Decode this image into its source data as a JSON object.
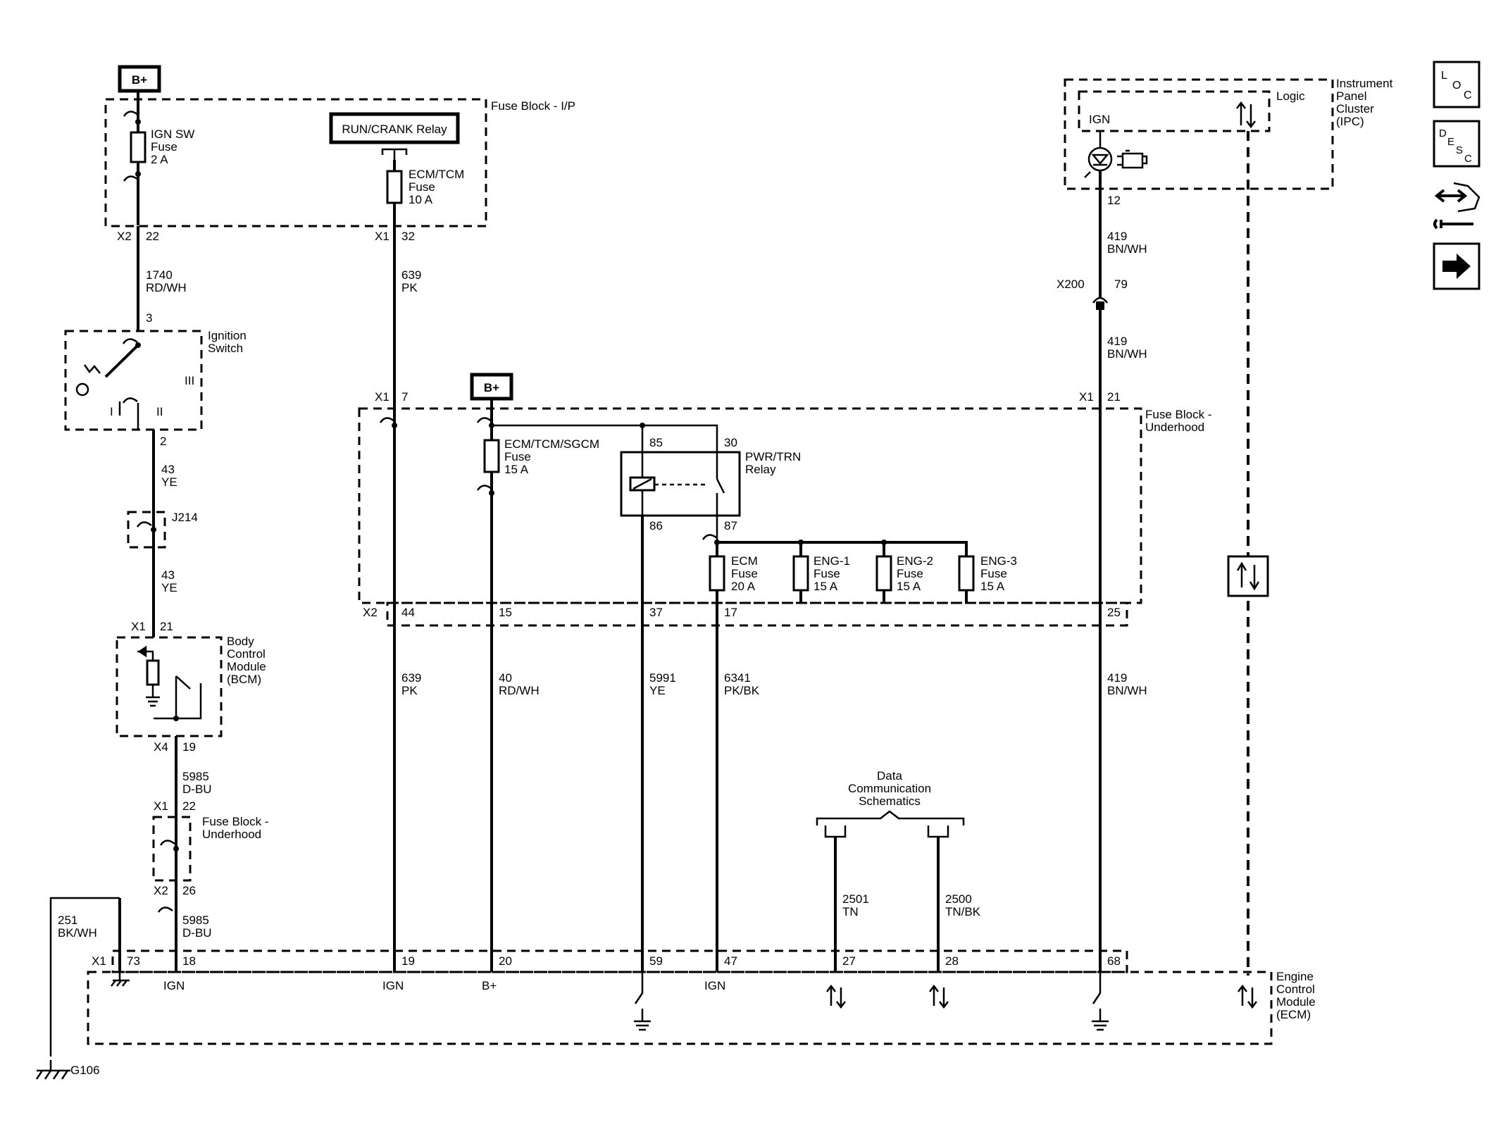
{
  "battery_label": "B+",
  "fuse_block_ip": {
    "name": "Fuse Block - I/P"
  },
  "ign_sw_fuse": {
    "name": "IGN SW",
    "type": "Fuse",
    "rating": "2 A"
  },
  "run_crank_relay": "RUN/CRANK Relay",
  "ecm_tcm_fuse": {
    "name": "ECM/TCM",
    "type": "Fuse",
    "rating": "10 A"
  },
  "connectors": {
    "x2": "X2",
    "x1": "X1",
    "x4": "X4",
    "x200": "X200",
    "p22": "22",
    "p32": "32",
    "p3": "3",
    "p2": "2",
    "p7": "7",
    "p21": "21",
    "p12": "12",
    "p79": "79",
    "p44": "44",
    "p15": "15",
    "p37": "37",
    "p17": "17",
    "p25": "25",
    "p19": "19",
    "p26": "26",
    "p73": "73",
    "p18": "18",
    "p20": "20",
    "p59": "59",
    "p47": "47",
    "p27": "27",
    "p28": "28",
    "p68": "68",
    "p85": "85",
    "p30": "30",
    "p86": "86",
    "p87": "87"
  },
  "wires": {
    "w1740": {
      "circuit": "1740",
      "color": "RD/WH"
    },
    "w639": {
      "circuit": "639",
      "color": "PK"
    },
    "w43": {
      "circuit": "43",
      "color": "YE"
    },
    "w419": {
      "circuit": "419",
      "color": "BN/WH"
    },
    "w40": {
      "circuit": "40",
      "color": "RD/WH"
    },
    "w5991": {
      "circuit": "5991",
      "color": "YE"
    },
    "w6341": {
      "circuit": "6341",
      "color": "PK/BK"
    },
    "w5985": {
      "circuit": "5985",
      "color": "D-BU"
    },
    "w251": {
      "circuit": "251",
      "color": "BK/WH"
    },
    "w2501": {
      "circuit": "2501",
      "color": "TN"
    },
    "w2500": {
      "circuit": "2500",
      "color": "TN/BK"
    }
  },
  "ignition_switch": {
    "name": "Ignition Switch",
    "pos_3": "III",
    "pos_2": "II",
    "pos_1": "I"
  },
  "splice": "J214",
  "bcm": {
    "name": "Body Control Module (BCM)"
  },
  "fuse_block_uh_small": {
    "name": "Fuse Block - Underhood"
  },
  "fuse_block_uh": {
    "name": "Fuse Block - Underhood"
  },
  "ecm_tcm_sgcm_fuse": {
    "name": "ECM/TCM/SGCM",
    "type": "Fuse",
    "rating": "15 A"
  },
  "pwr_trn_relay": {
    "name": "PWR/TRN",
    "type": "Relay"
  },
  "ecm_fuse": {
    "name": "ECM",
    "type": "Fuse",
    "rating": "20 A"
  },
  "eng1_fuse": {
    "name": "ENG-1",
    "type": "Fuse",
    "rating": "15 A"
  },
  "eng2_fuse": {
    "name": "ENG-2",
    "type": "Fuse",
    "rating": "15 A"
  },
  "eng3_fuse": {
    "name": "ENG-3",
    "type": "Fuse",
    "rating": "15 A"
  },
  "ipc": {
    "name": "Instrument Panel Cluster (IPC)",
    "logic": "Logic",
    "ign": "IGN"
  },
  "data_comm": {
    "title": "Data Communication Schematics"
  },
  "ecm": {
    "name": "Engine Control Module (ECM)"
  },
  "ecm_pins": {
    "ign": "IGN",
    "bplus": "B+"
  },
  "ground": {
    "name": "G106"
  },
  "nav": {
    "loc": {
      "l1": "L",
      "l2": "O",
      "l3": "C"
    },
    "desc": {
      "l1": "D",
      "l2": "E",
      "l3": "S",
      "l4": "C"
    }
  }
}
